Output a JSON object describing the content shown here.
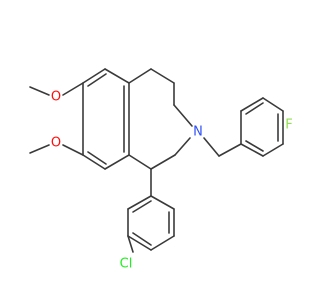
{
  "molecule": {
    "atom_labels": {
      "O_top": "O",
      "O_bottom": "O",
      "N": "N",
      "F": "F",
      "Cl": "Cl"
    },
    "colors": {
      "bond": "#3a3a3a",
      "O": "#ff0d0d",
      "N": "#3050f8",
      "F": "#90e050",
      "Cl": "#1ff01f"
    }
  }
}
